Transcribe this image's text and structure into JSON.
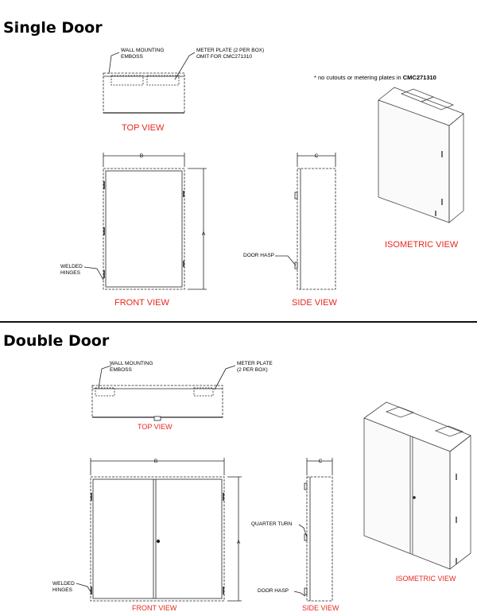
{
  "single_door": {
    "title": "Single Door",
    "callouts": {
      "wall_mounting": "WALL MOUNTING\nEMBOSS",
      "meter_plate": "METER PLATE (2 PER BOX)\nOMIT FOR CMC271310",
      "door_hasp": "DOOR HASP",
      "welded_hinges": "WELDED\nHINGES"
    },
    "note_prefix": "* no cutouts or metering plates in ",
    "note_model": "CMC271310",
    "dims": {
      "b": "B",
      "a": "A",
      "c": "C"
    },
    "views": {
      "top": "TOP VIEW",
      "front": "FRONT VIEW",
      "side": "SIDE VIEW",
      "isometric": "ISOMETRIC VIEW"
    }
  },
  "double_door": {
    "title": "Double Door",
    "callouts": {
      "wall_mounting": "WALL MOUNTING\nEMBOSS",
      "meter_plate": "METER PLATE\n(2 PER BOX)",
      "quarter_turn": "QUARTER TURN",
      "door_hasp": "DOOR HASP",
      "welded_hinges": "WELDED\nHINGES"
    },
    "dims": {
      "b": "B",
      "a": "A",
      "c": "C"
    },
    "views": {
      "top": "TOP VIEW",
      "front": "FRONT VIEW",
      "side": "SIDE VIEW",
      "isometric": "ISOMETRIC VIEW"
    }
  }
}
